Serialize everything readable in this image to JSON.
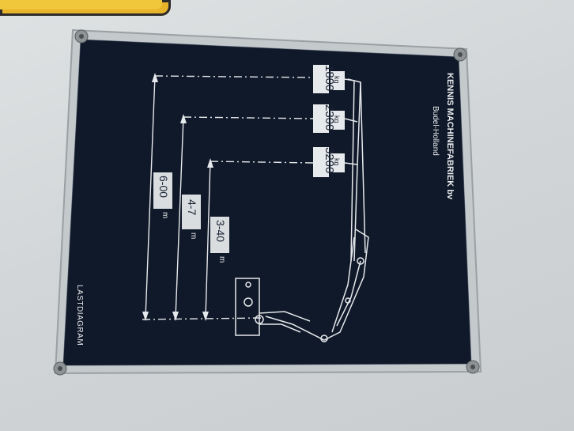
{
  "plate": {
    "manufacturer": "KENNIS MACHINEFABRIEK bv",
    "location": "Budel-Holland",
    "diagram_title": "LASTDIAGRAM",
    "unit_kg": "kg",
    "unit_m": "m"
  },
  "loads": [
    {
      "value": "1800"
    },
    {
      "value": "2300"
    },
    {
      "value": "3200"
    }
  ],
  "heights": [
    {
      "value": "6-00"
    },
    {
      "value": "4-7"
    },
    {
      "value": "3-40"
    }
  ],
  "colors": {
    "plate": "#10192a",
    "frame": "#c8cdcf",
    "line": "#e6e9eb",
    "sticker": "#e8b52a"
  }
}
